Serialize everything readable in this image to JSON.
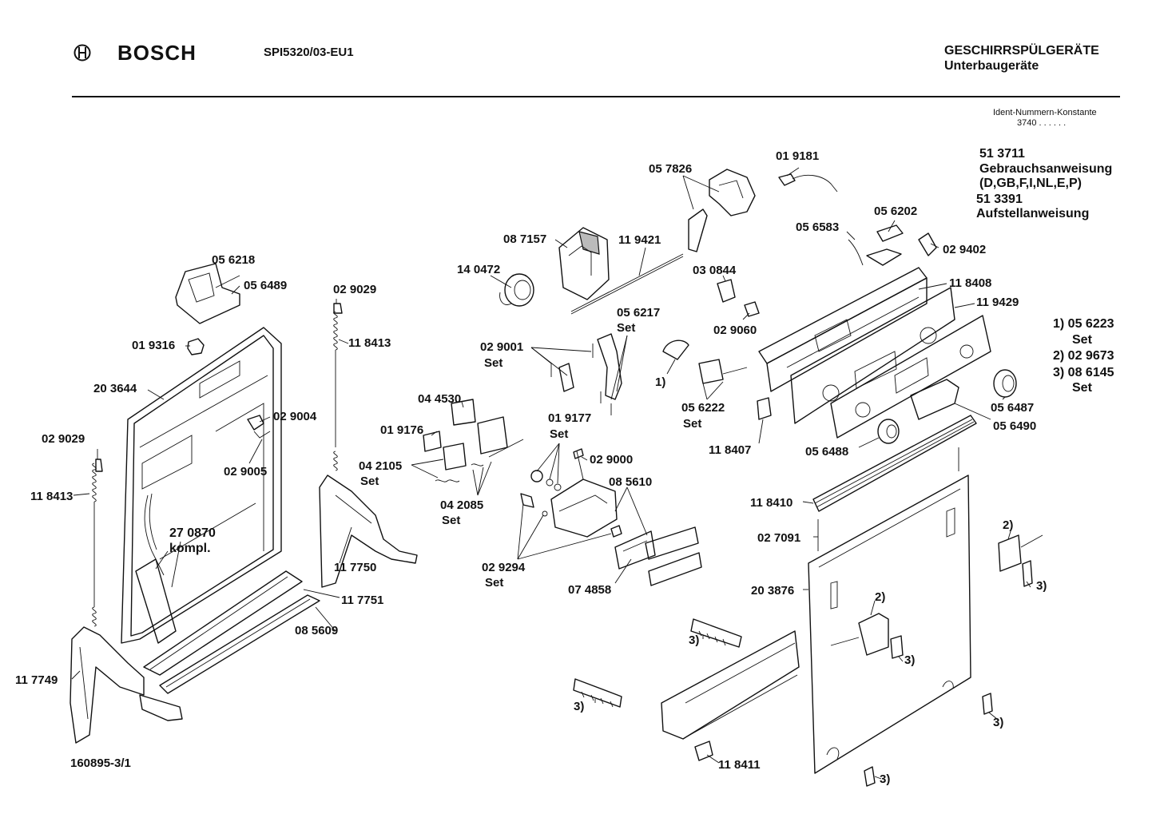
{
  "header": {
    "brand": "BOSCH",
    "model": "SPI5320/03-EU1",
    "category": "GESCHIRRSPÜLGERÄTE",
    "subcategory": "Unterbaugeräte",
    "ident_label": "Ident-Nummern-Konstante",
    "ident_value": "3740  . .   . . . ."
  },
  "docs": {
    "line1": "51 3711",
    "line2": "Gebrauchsanweisung",
    "line3": "(D,GB,F,I,NL,E,P)",
    "line4": "51 3391",
    "line5": "Aufstellanweisung"
  },
  "legend": {
    "l1": "1) 05 6223",
    "l1s": "Set",
    "l2": "2) 02 9673",
    "l3": "3) 08 6145",
    "l3s": "Set"
  },
  "footer": {
    "drawing_no": "160895-3/1"
  },
  "parts": [
    "05 6218",
    "05 6489",
    "01 9316",
    "20 3644",
    "02 9004",
    "02 9005",
    "02 9029",
    "11 8413",
    "27 0870",
    "kompl.",
    "02 9029",
    "11 8413",
    "11 7750",
    "11 7751",
    "08 5609",
    "11 7749",
    "14 0472",
    "08 7157",
    "11 9421",
    "05 7826",
    "01 9181",
    "05 6202",
    "05 6583",
    "02 9402",
    "03 0844",
    "02 9060",
    "11 8408",
    "11 9429",
    "05 6217",
    "Set",
    "02 9001",
    "Set",
    "04 4530",
    "01 9176",
    "04 2105",
    "Set",
    "04 2085",
    "Set",
    "01 9177",
    "Set",
    "02 9000",
    "08 5610",
    "02 9294",
    "Set",
    "07 4858",
    "1)",
    "05 6222",
    "Set",
    "11 8407",
    "05 6487",
    "05 6490",
    "05 6488",
    "11 8410",
    "02 7091",
    "20 3876",
    "2)",
    "3)",
    "2)",
    "3)",
    "3)",
    "3)",
    "3)",
    "3)",
    "11 8411"
  ]
}
